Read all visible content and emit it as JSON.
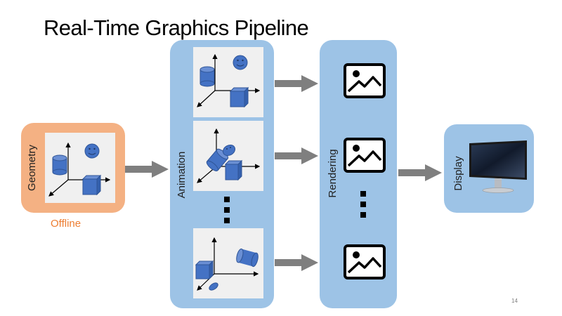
{
  "slide": {
    "title": "Real-Time Graphics Pipeline",
    "page_number": "14"
  },
  "stages": {
    "geometry": {
      "label": "Geometry",
      "note": "Offline",
      "color": "#f4b183",
      "note_color": "#ed7d31"
    },
    "animation": {
      "label": "Animation",
      "color": "#9dc3e6"
    },
    "rendering": {
      "label": "Rendering",
      "color": "#9dc3e6"
    },
    "display": {
      "label": "Display",
      "color": "#9dc3e6"
    }
  },
  "icons": {
    "scene": "3d-scene-icon",
    "image": "image-icon",
    "monitor": "monitor-icon",
    "arrow": "arrow-right-icon"
  }
}
